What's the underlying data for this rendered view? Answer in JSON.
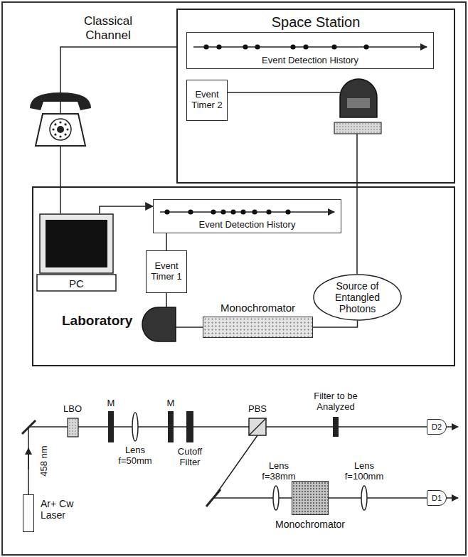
{
  "diagram": {
    "nodes": [
      {
        "text": [
          "Space Station"
        ]
      },
      {
        "text": [
          "Event Detection History"
        ],
        "in": 0
      },
      {
        "text": [
          "Event Timer 2"
        ],
        "in": 0
      },
      {
        "text": [
          "Laboratory"
        ]
      },
      {
        "text": [
          "PC"
        ],
        "in": 3
      },
      {
        "text": [
          "Event Detection History"
        ],
        "in": 3
      },
      {
        "text": [
          "Event Timer 1"
        ],
        "in": 3
      },
      {
        "text": [
          "Monochromator"
        ],
        "in": 3
      },
      {
        "text": [
          "Source of Entangled Photons"
        ],
        "in": 3
      },
      {
        "text": [
          "Ar+ Cw Laser"
        ]
      },
      {
        "text": [
          "Monochromator"
        ]
      },
      {
        "text": [
          "D2"
        ]
      },
      {
        "text": [
          "D1"
        ]
      }
    ],
    "edges": [
      {
        "from": 0,
        "to": 4,
        "arrow": "none"
      },
      {
        "from": 4,
        "to": 5,
        "arrow": "to"
      },
      {
        "from": 6,
        "to": 5,
        "arrow": "none"
      },
      {
        "from": 8,
        "to": 7,
        "arrow": "none"
      },
      {
        "from": 10,
        "to": 12,
        "arrow": "none"
      }
    ],
    "labels": [
      "Classical Channel",
      "458 nm",
      "LBO",
      "M",
      "Lens f=50mm",
      "M",
      "Cutoff Filter",
      "PBS",
      "Filter to be Analyzed",
      "Lens f=38mm",
      "Lens f=100mm"
    ]
  }
}
